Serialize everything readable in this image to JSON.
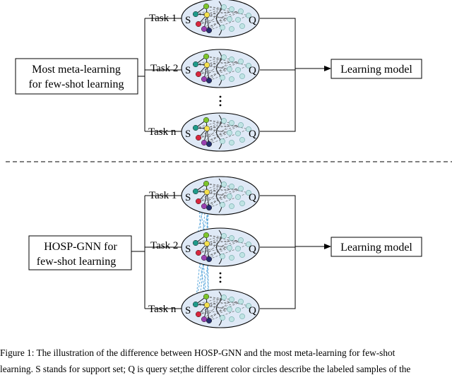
{
  "top_panel": {
    "left_box": [
      "Most meta-learning",
      "for few-shot learning"
    ],
    "tasks": [
      "Task 1",
      "Task 2",
      "Task n"
    ],
    "output_label": "Learning model"
  },
  "bottom_panel": {
    "left_box": [
      "HOSP-GNN for",
      "few-shot learning"
    ],
    "tasks": [
      "Task 1",
      "Task 2",
      "Task n"
    ],
    "output_label": "Learning model"
  },
  "set_labels": {
    "support": "S",
    "query": "Q"
  },
  "caption": {
    "line1": "Figure 1:  The illustration of the difference between HOSP-GNN and the most meta-learning for few-shot",
    "line2": "learning. S stands for support set; Q is query set;the different color circles describe the labeled samples of the"
  },
  "colors": {
    "support_nodes": [
      "#7cc52a",
      "#1f9a8a",
      "#d7263d",
      "#f4e04d",
      "#26306e",
      "#9a3fb0"
    ],
    "query_node": "#bfe3e3",
    "ellipse_fill": "#dfe9f6",
    "cross_task_link": "#5ca8dc"
  }
}
